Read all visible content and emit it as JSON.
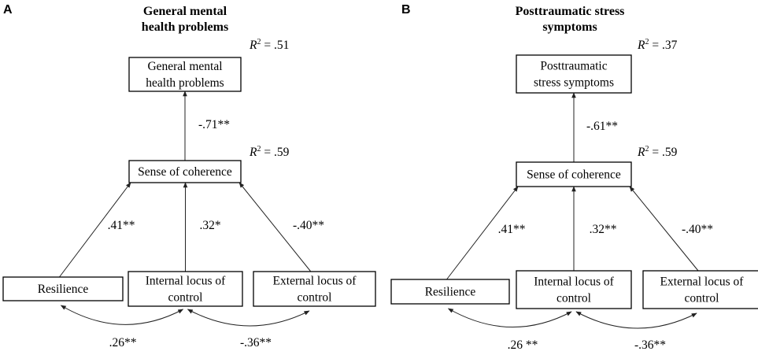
{
  "panels": [
    {
      "letter": "A",
      "title": [
        "General mental",
        "health problems"
      ],
      "outcome": {
        "label": [
          "General mental",
          "health  problems"
        ],
        "r2": "= .51"
      },
      "mediator": {
        "label": [
          "Sense of coherence"
        ],
        "r2": "= .59"
      },
      "predictors": [
        {
          "label": [
            "Resilience"
          ]
        },
        {
          "label": [
            "Internal locus of",
            "control"
          ]
        },
        {
          "label": [
            "External locus of",
            "control"
          ]
        }
      ],
      "paths": {
        "mediator_to_outcome": "-.71**",
        "resilience": ".41**",
        "internal": ".32*",
        "external": "-.40**"
      },
      "correlations": {
        "resilience_internal": ".26**",
        "internal_external": "-.36**"
      }
    },
    {
      "letter": "B",
      "title": [
        "Posttraumatic stress",
        "symptoms"
      ],
      "outcome": {
        "label": [
          "Posttraumatic",
          "stress symptoms"
        ],
        "r2": "= .37"
      },
      "mediator": {
        "label": [
          "Sense of coherence"
        ],
        "r2": "= .59"
      },
      "predictors": [
        {
          "label": [
            "Resilience"
          ]
        },
        {
          "label": [
            "Internal locus of",
            "control"
          ]
        },
        {
          "label": [
            "External locus of",
            "control"
          ]
        }
      ],
      "paths": {
        "mediator_to_outcome": "-.61**",
        "resilience": ".41**",
        "internal": ".32**",
        "external": "-.40**"
      },
      "correlations": {
        "resilience_internal": ".26 **",
        "internal_external": "-.36**"
      }
    }
  ]
}
